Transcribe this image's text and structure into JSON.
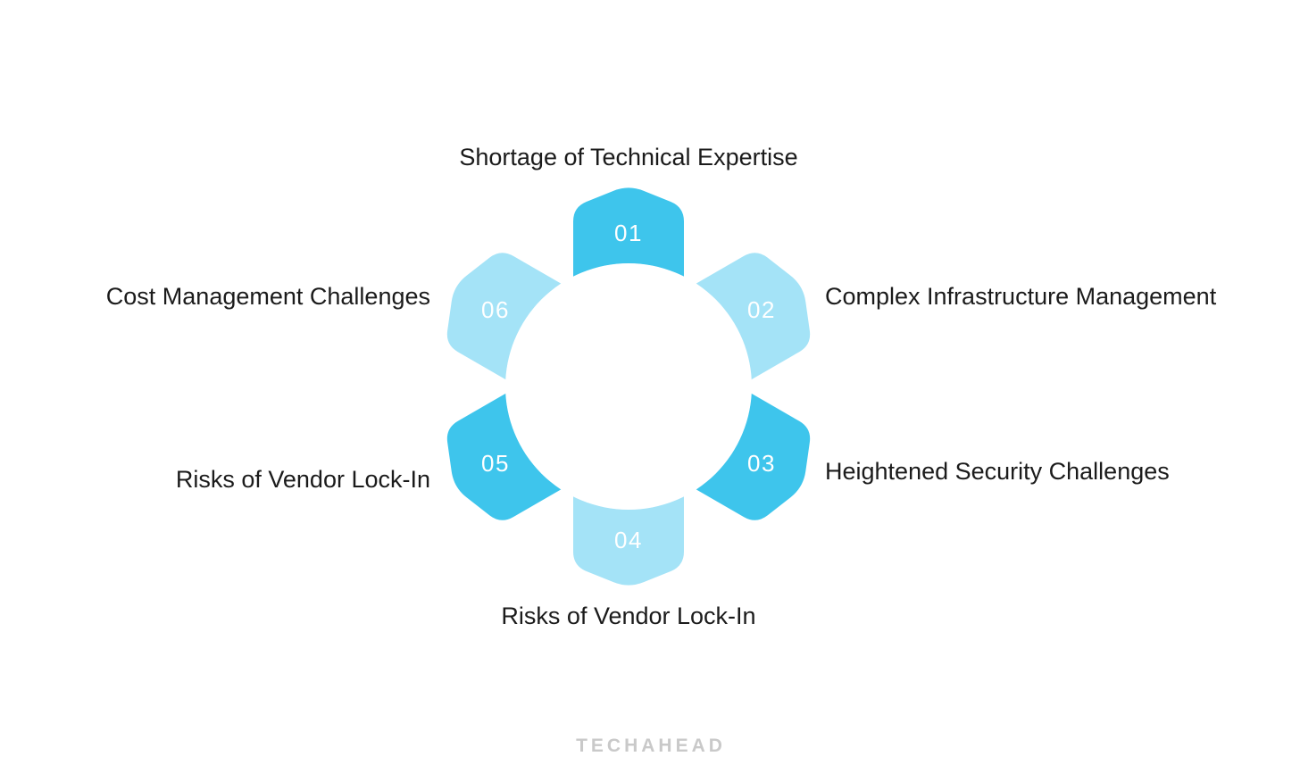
{
  "page": {
    "background": "#FFFFFF"
  },
  "diagram": {
    "type": "hexagonal-petal-cycle",
    "items": [
      {
        "number": "01",
        "label": "Shortage of Technical Expertise",
        "tone": "dark"
      },
      {
        "number": "02",
        "label": "Complex Infrastructure Management",
        "tone": "light"
      },
      {
        "number": "03",
        "label": "Heightened Security Challenges",
        "tone": "dark"
      },
      {
        "number": "04",
        "label": "Risks of Vendor Lock-In",
        "tone": "light"
      },
      {
        "number": "05",
        "label": "Risks of Vendor Lock-In",
        "tone": "dark"
      },
      {
        "number": "06",
        "label": "Cost Management Challenges",
        "tone": "light"
      }
    ],
    "colors": {
      "petal_dark": "#3EC5EC",
      "petal_light": "#A4E3F7",
      "number_text": "#FFFFFF",
      "label_text": "#1B1B1B",
      "center_circle": "#FFFFFF"
    }
  },
  "footer": {
    "logo_text": "TECHAHEAD",
    "logo_color": "#C9C9C9"
  }
}
